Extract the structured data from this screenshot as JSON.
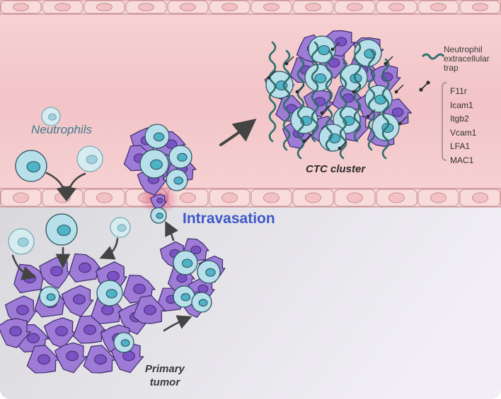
{
  "labels": {
    "neutrophils": "Neutrophils",
    "intravasation": "Intravasation",
    "ctc_cluster": "CTC cluster",
    "primary_tumor_line1": "Primary",
    "primary_tumor_line2": "tumor"
  },
  "legend": {
    "net_line1": "Neutrophil",
    "net_line2": "extracellular",
    "net_line3": "trap",
    "molecules": [
      "F11r",
      "Icam1",
      "Itgb2",
      "Vcam1",
      "LFA1",
      "MAC1"
    ]
  },
  "colors": {
    "vessel": "#f4c9cc",
    "vessel_edge": "#e8a7ad",
    "endothelial": "#f8dcdc",
    "tissue": "#e3e1e8",
    "tumor_cell": "#9d7bd6",
    "tumor_nucleus": "#7b52c4",
    "neutrophil": "#b7e0ea",
    "neutrophil_nucleus": "#4fb3c8",
    "net_strand": "#2f6f6b",
    "intravasation_text": "#3d58c8",
    "neutrophil_text": "#3d7a8d"
  }
}
